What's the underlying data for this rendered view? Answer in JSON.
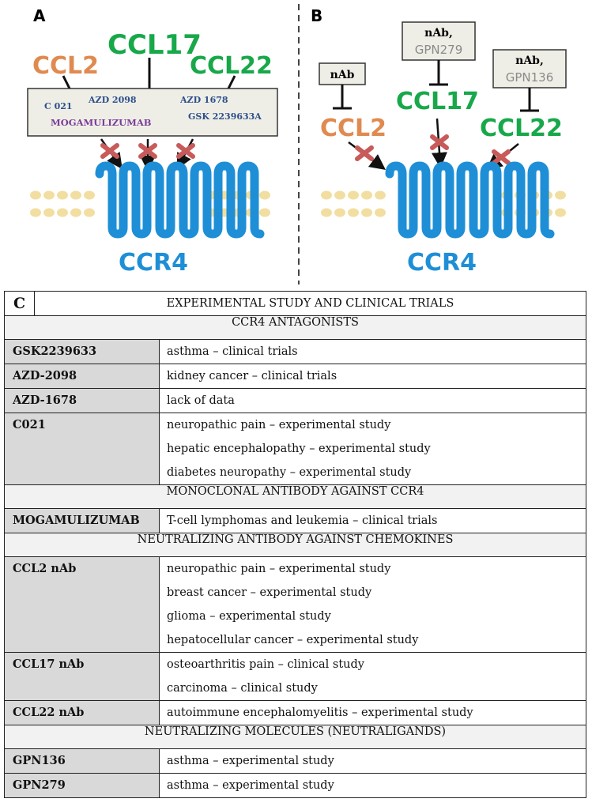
{
  "panel_a": {
    "letter": "A",
    "chemokines": {
      "ccl2": "CCL2",
      "ccl17": "CCL17",
      "ccl22": "CCL22"
    },
    "drugs": {
      "c021": "C 021",
      "azd2098": "AZD 2098",
      "azd1678": "AZD 1678",
      "mogamulizumab": "MOGAMULIZUMAB",
      "gsk": "GSK 2239633A"
    },
    "receptor": "CCR4"
  },
  "panel_b": {
    "letter": "B",
    "chemokines": {
      "ccl2": "CCL2",
      "ccl17": "CCL17",
      "ccl22": "CCL22"
    },
    "inhibitors": {
      "ccl2": {
        "line1": "nAb"
      },
      "ccl17": {
        "line1": "nAb,",
        "line2": "GPN279"
      },
      "ccl22": {
        "line1": "nAb,",
        "line2": "GPN136"
      }
    },
    "receptor": "CCR4"
  },
  "colors": {
    "ccl2": "#e08a50",
    "ccl17": "#18a84a",
    "ccl22": "#18a84a",
    "receptor": "#1e8fd6",
    "drug_text": "#2c4f8c",
    "mogamulizumab": "#7a3c9a",
    "cross": "#c85a5a",
    "lipid": "#f2dea0",
    "gpn": "#8a8a8a"
  },
  "table": {
    "letter": "C",
    "title": "EXPERIMENTAL STUDY AND CLINICAL TRIALS",
    "sections": [
      {
        "heading": "CCR4 ANTAGONISTS",
        "rows": [
          {
            "label": "GSK2239633",
            "apps": [
              "asthma – clinical trials"
            ]
          },
          {
            "label": "AZD-2098",
            "apps": [
              "kidney cancer – clinical trials"
            ]
          },
          {
            "label": "AZD-1678",
            "apps": [
              "lack of data"
            ]
          },
          {
            "label": "C021",
            "apps": [
              "neuropathic pain – experimental study",
              "hepatic encephalopathy – experimental study",
              "diabetes neuropathy – experimental study"
            ]
          }
        ]
      },
      {
        "heading": "MONOCLONAL ANTIBODY AGAINST CCR4",
        "rows": [
          {
            "label": "MOGAMULIZUMAB",
            "apps": [
              "T-cell lymphomas and leukemia – clinical trials"
            ]
          }
        ]
      },
      {
        "heading": "NEUTRALIZING ANTIBODY AGAINST CHEMOKINES",
        "rows": [
          {
            "label": "CCL2 nAb",
            "apps": [
              "neuropathic pain – experimental study",
              "breast cancer – experimental study",
              "glioma – experimental study",
              "hepatocellular cancer – experimental study"
            ]
          },
          {
            "label": "CCL17 nAb",
            "apps": [
              "osteoarthritis pain – clinical study",
              "carcinoma – clinical study"
            ]
          },
          {
            "label": "CCL22 nAb",
            "apps": [
              "autoimmune encephalomyelitis – experimental study"
            ]
          }
        ]
      },
      {
        "heading": "NEUTRALIZING MOLECULES (NEUTRALIGANDS)",
        "rows": [
          {
            "label": "GPN136",
            "apps": [
              "asthma – experimental study"
            ]
          },
          {
            "label": "GPN279",
            "apps": [
              "asthma – experimental study"
            ]
          }
        ]
      }
    ]
  }
}
